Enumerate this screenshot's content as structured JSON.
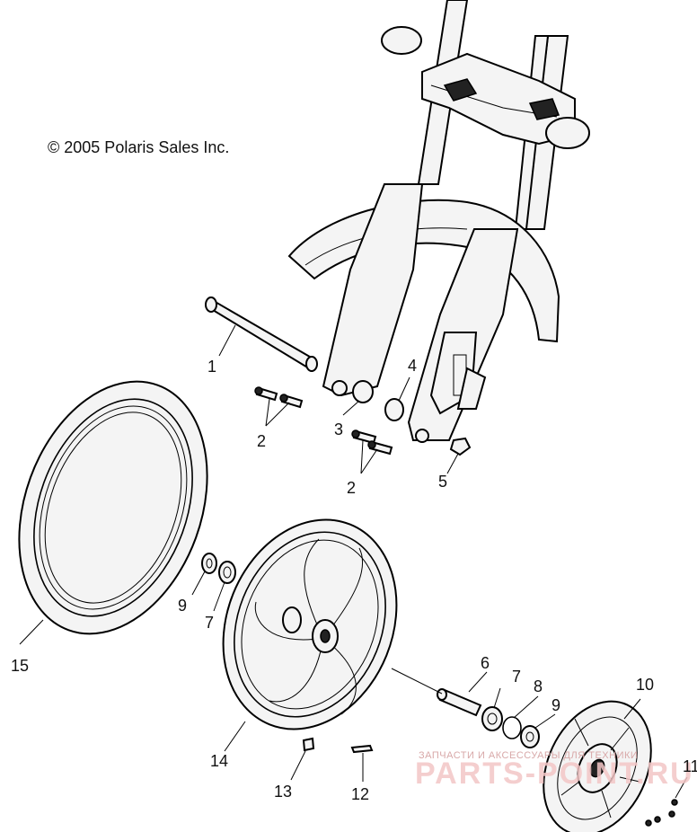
{
  "copyright": "© 2005 Polaris Sales Inc.",
  "callouts": {
    "c1": "1",
    "c2a": "2",
    "c2b": "2",
    "c3": "3",
    "c4": "4",
    "c5": "5",
    "c6": "6",
    "c7a": "7",
    "c7b": "7",
    "c8": "8",
    "c9a": "9",
    "c9b": "9",
    "c10": "10",
    "c11": "11",
    "c12": "12",
    "c13": "13",
    "c14": "14",
    "c15": "15"
  },
  "watermark": {
    "small": "ЗАПЧАСТИ И АКСЕССУАРЫ ДЛЯ ТЕХНИКИ",
    "big": "PARTS-POINT.RU"
  }
}
